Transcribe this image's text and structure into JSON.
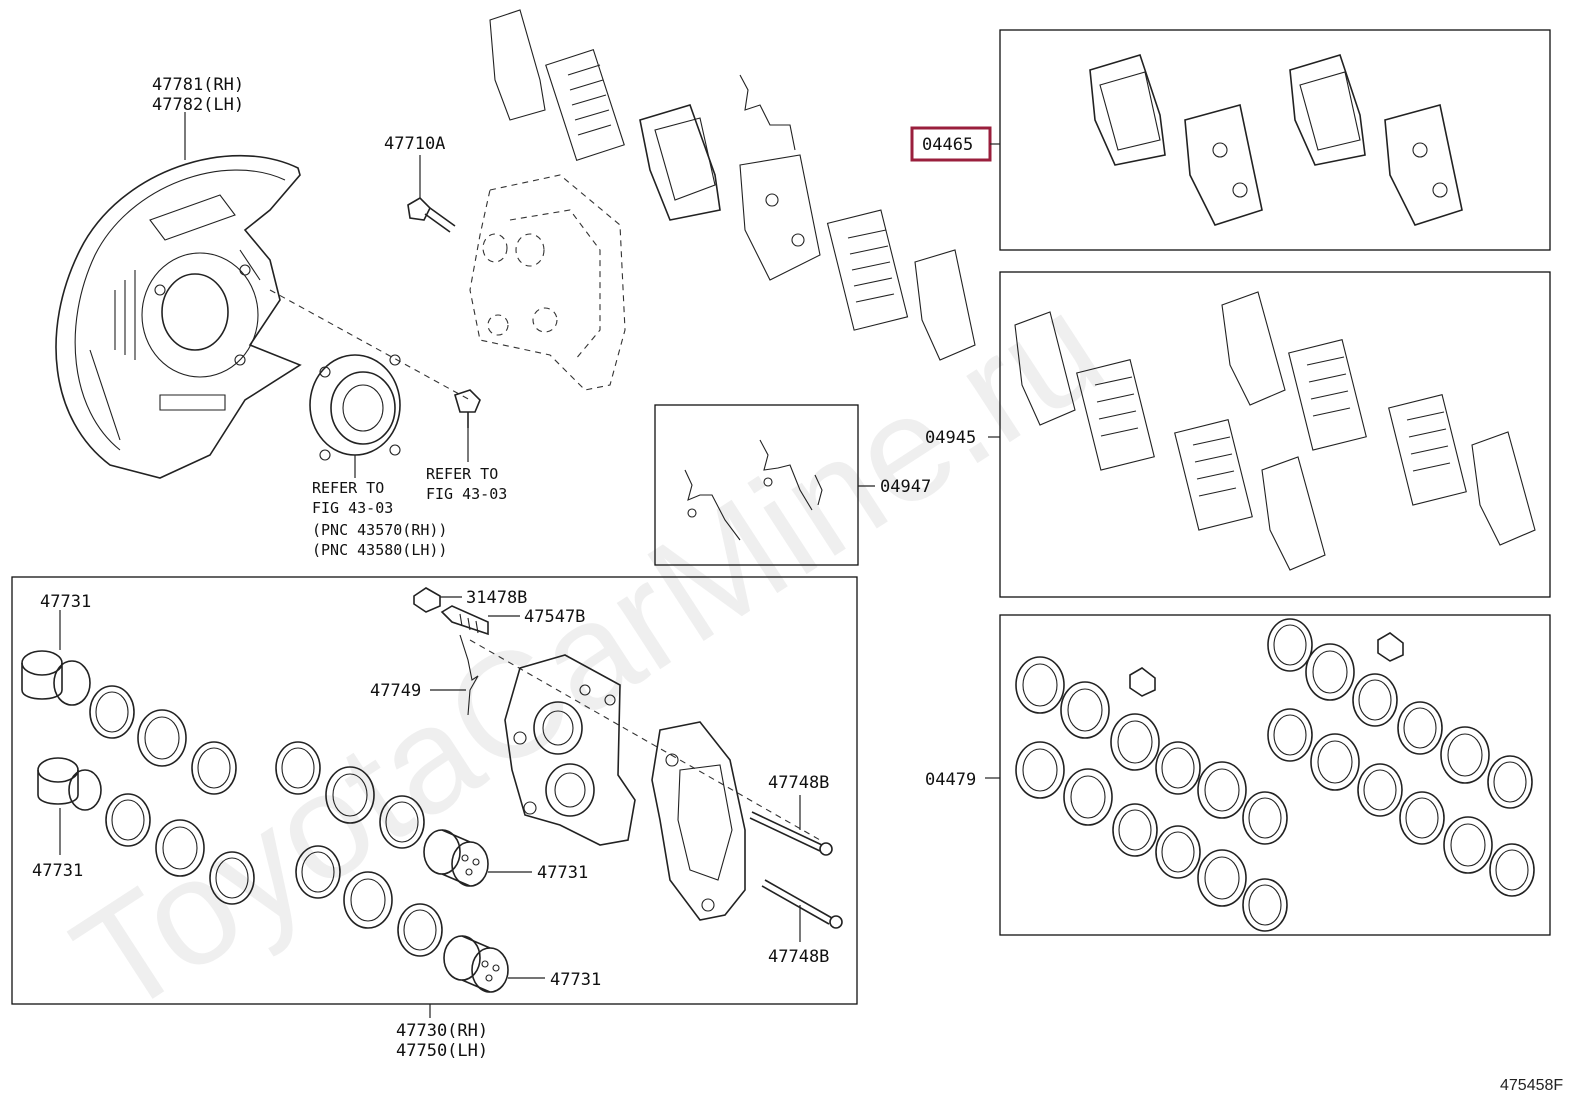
{
  "watermark": "ToyotaCarMine.ru",
  "figure_code": "475458F",
  "labels": {
    "shield_rh": "47781(RH)",
    "shield_lh": "47782(LH)",
    "bolt_47710a": "47710A",
    "pad_kit_04465": "04465",
    "shim_kit_04945": "04945",
    "clip_kit_04947": "04947",
    "seal_kit_04479": "04479",
    "refer1_a": "REFER TO",
    "refer1_b": "FIG 43-03",
    "refer1_c": "(PNC 43570(RH))",
    "refer1_d": "(PNC 43580(LH))",
    "refer2_a": "REFER TO",
    "refer2_b": "FIG 43-03",
    "piston_tl": "47731",
    "piston_bl": "47731",
    "piston_m1": "47731",
    "piston_m2": "47731",
    "cap_31478b": "31478B",
    "bleeder_47547b": "47547B",
    "spring_47749": "47749",
    "pin_47748b_1": "47748B",
    "pin_47748b_2": "47748B",
    "caliper_rh": "47730(RH)",
    "caliper_lh": "47750(LH)"
  },
  "highlight_color": "#9a1f3c"
}
